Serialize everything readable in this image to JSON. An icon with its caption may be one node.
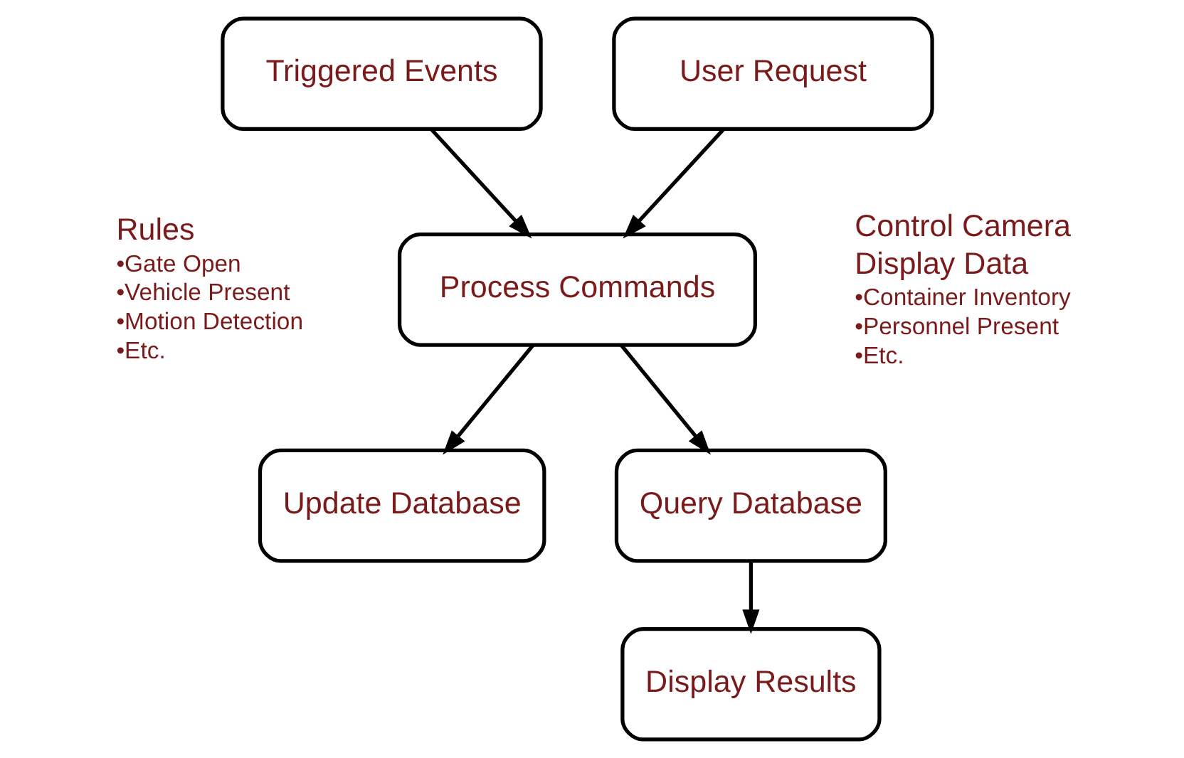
{
  "diagram": {
    "nodes": [
      {
        "text": [
          "Triggered Events"
        ]
      },
      {
        "text": [
          "User Request"
        ]
      },
      {
        "text": [
          "Process Commands"
        ]
      },
      {
        "text": [
          "Update Database"
        ]
      },
      {
        "text": [
          "Query Database"
        ]
      },
      {
        "text": [
          "Display Results"
        ]
      }
    ],
    "edges": [
      {
        "from": 0,
        "to": 2,
        "arrow": "to"
      },
      {
        "from": 1,
        "to": 2,
        "arrow": "to"
      },
      {
        "from": 2,
        "to": 3,
        "arrow": "to"
      },
      {
        "from": 2,
        "to": 4,
        "arrow": "to"
      },
      {
        "from": 4,
        "to": 5,
        "arrow": "to"
      }
    ],
    "labels": [
      "Rules",
      "•Gate Open",
      "•Vehicle Present",
      "•Motion Detection",
      "•Etc.",
      "Control Camera",
      "Display Data",
      "•Container Inventory",
      "•Personnel Present",
      "•Etc."
    ]
  }
}
